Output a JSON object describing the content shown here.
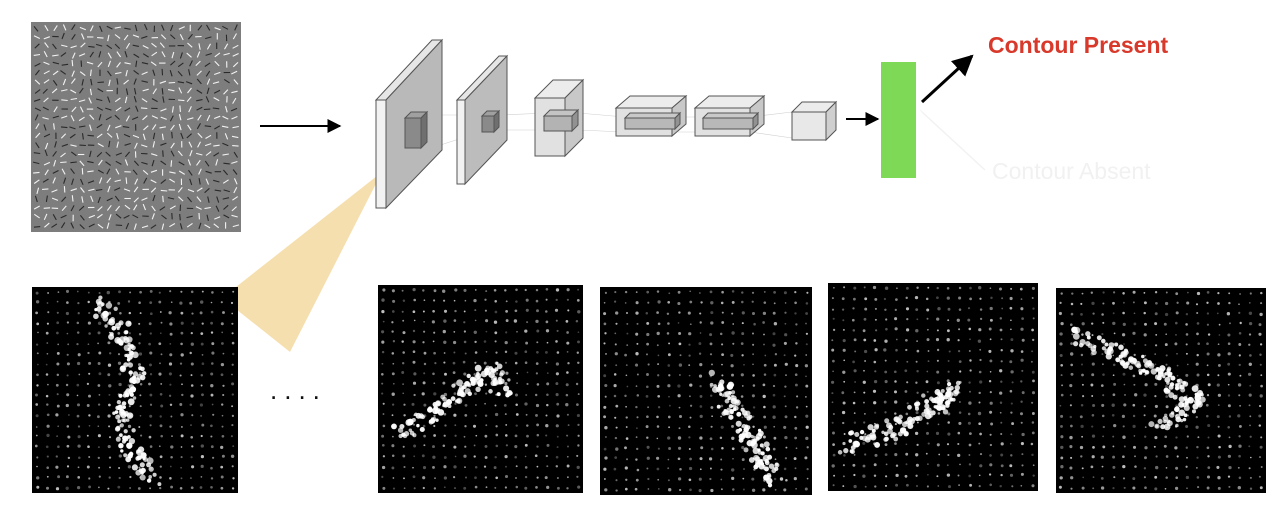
{
  "output_labels": {
    "present": "Contour Present",
    "absent": "Contour Absent"
  },
  "ellipsis": "....",
  "colors": {
    "present_text": "#d8392b",
    "absent_text": "#f1f1f1",
    "output_unit": "#7ed957",
    "receptive_field": "#f5d9a0",
    "stimulus_bg": "#7d7d7d",
    "map_bg": "#000000",
    "layer_face": "#dcdcdc"
  },
  "feature_maps": [
    {
      "blob": [
        [
          0.32,
          0.08
        ],
        [
          0.45,
          0.25
        ],
        [
          0.5,
          0.42
        ],
        [
          0.44,
          0.6
        ],
        [
          0.48,
          0.78
        ],
        [
          0.58,
          0.92
        ]
      ]
    },
    {
      "blob": [
        [
          0.1,
          0.72
        ],
        [
          0.28,
          0.6
        ],
        [
          0.42,
          0.5
        ],
        [
          0.55,
          0.42
        ],
        [
          0.62,
          0.5
        ]
      ]
    },
    {
      "blob": [
        [
          0.55,
          0.45
        ],
        [
          0.62,
          0.58
        ],
        [
          0.7,
          0.7
        ],
        [
          0.76,
          0.82
        ],
        [
          0.82,
          0.92
        ]
      ]
    },
    {
      "blob": [
        [
          0.08,
          0.78
        ],
        [
          0.28,
          0.72
        ],
        [
          0.45,
          0.62
        ],
        [
          0.58,
          0.52
        ],
        [
          0.52,
          0.6
        ]
      ]
    },
    {
      "blob": [
        [
          0.1,
          0.22
        ],
        [
          0.3,
          0.32
        ],
        [
          0.45,
          0.4
        ],
        [
          0.58,
          0.48
        ],
        [
          0.68,
          0.56
        ],
        [
          0.48,
          0.7
        ]
      ]
    }
  ]
}
